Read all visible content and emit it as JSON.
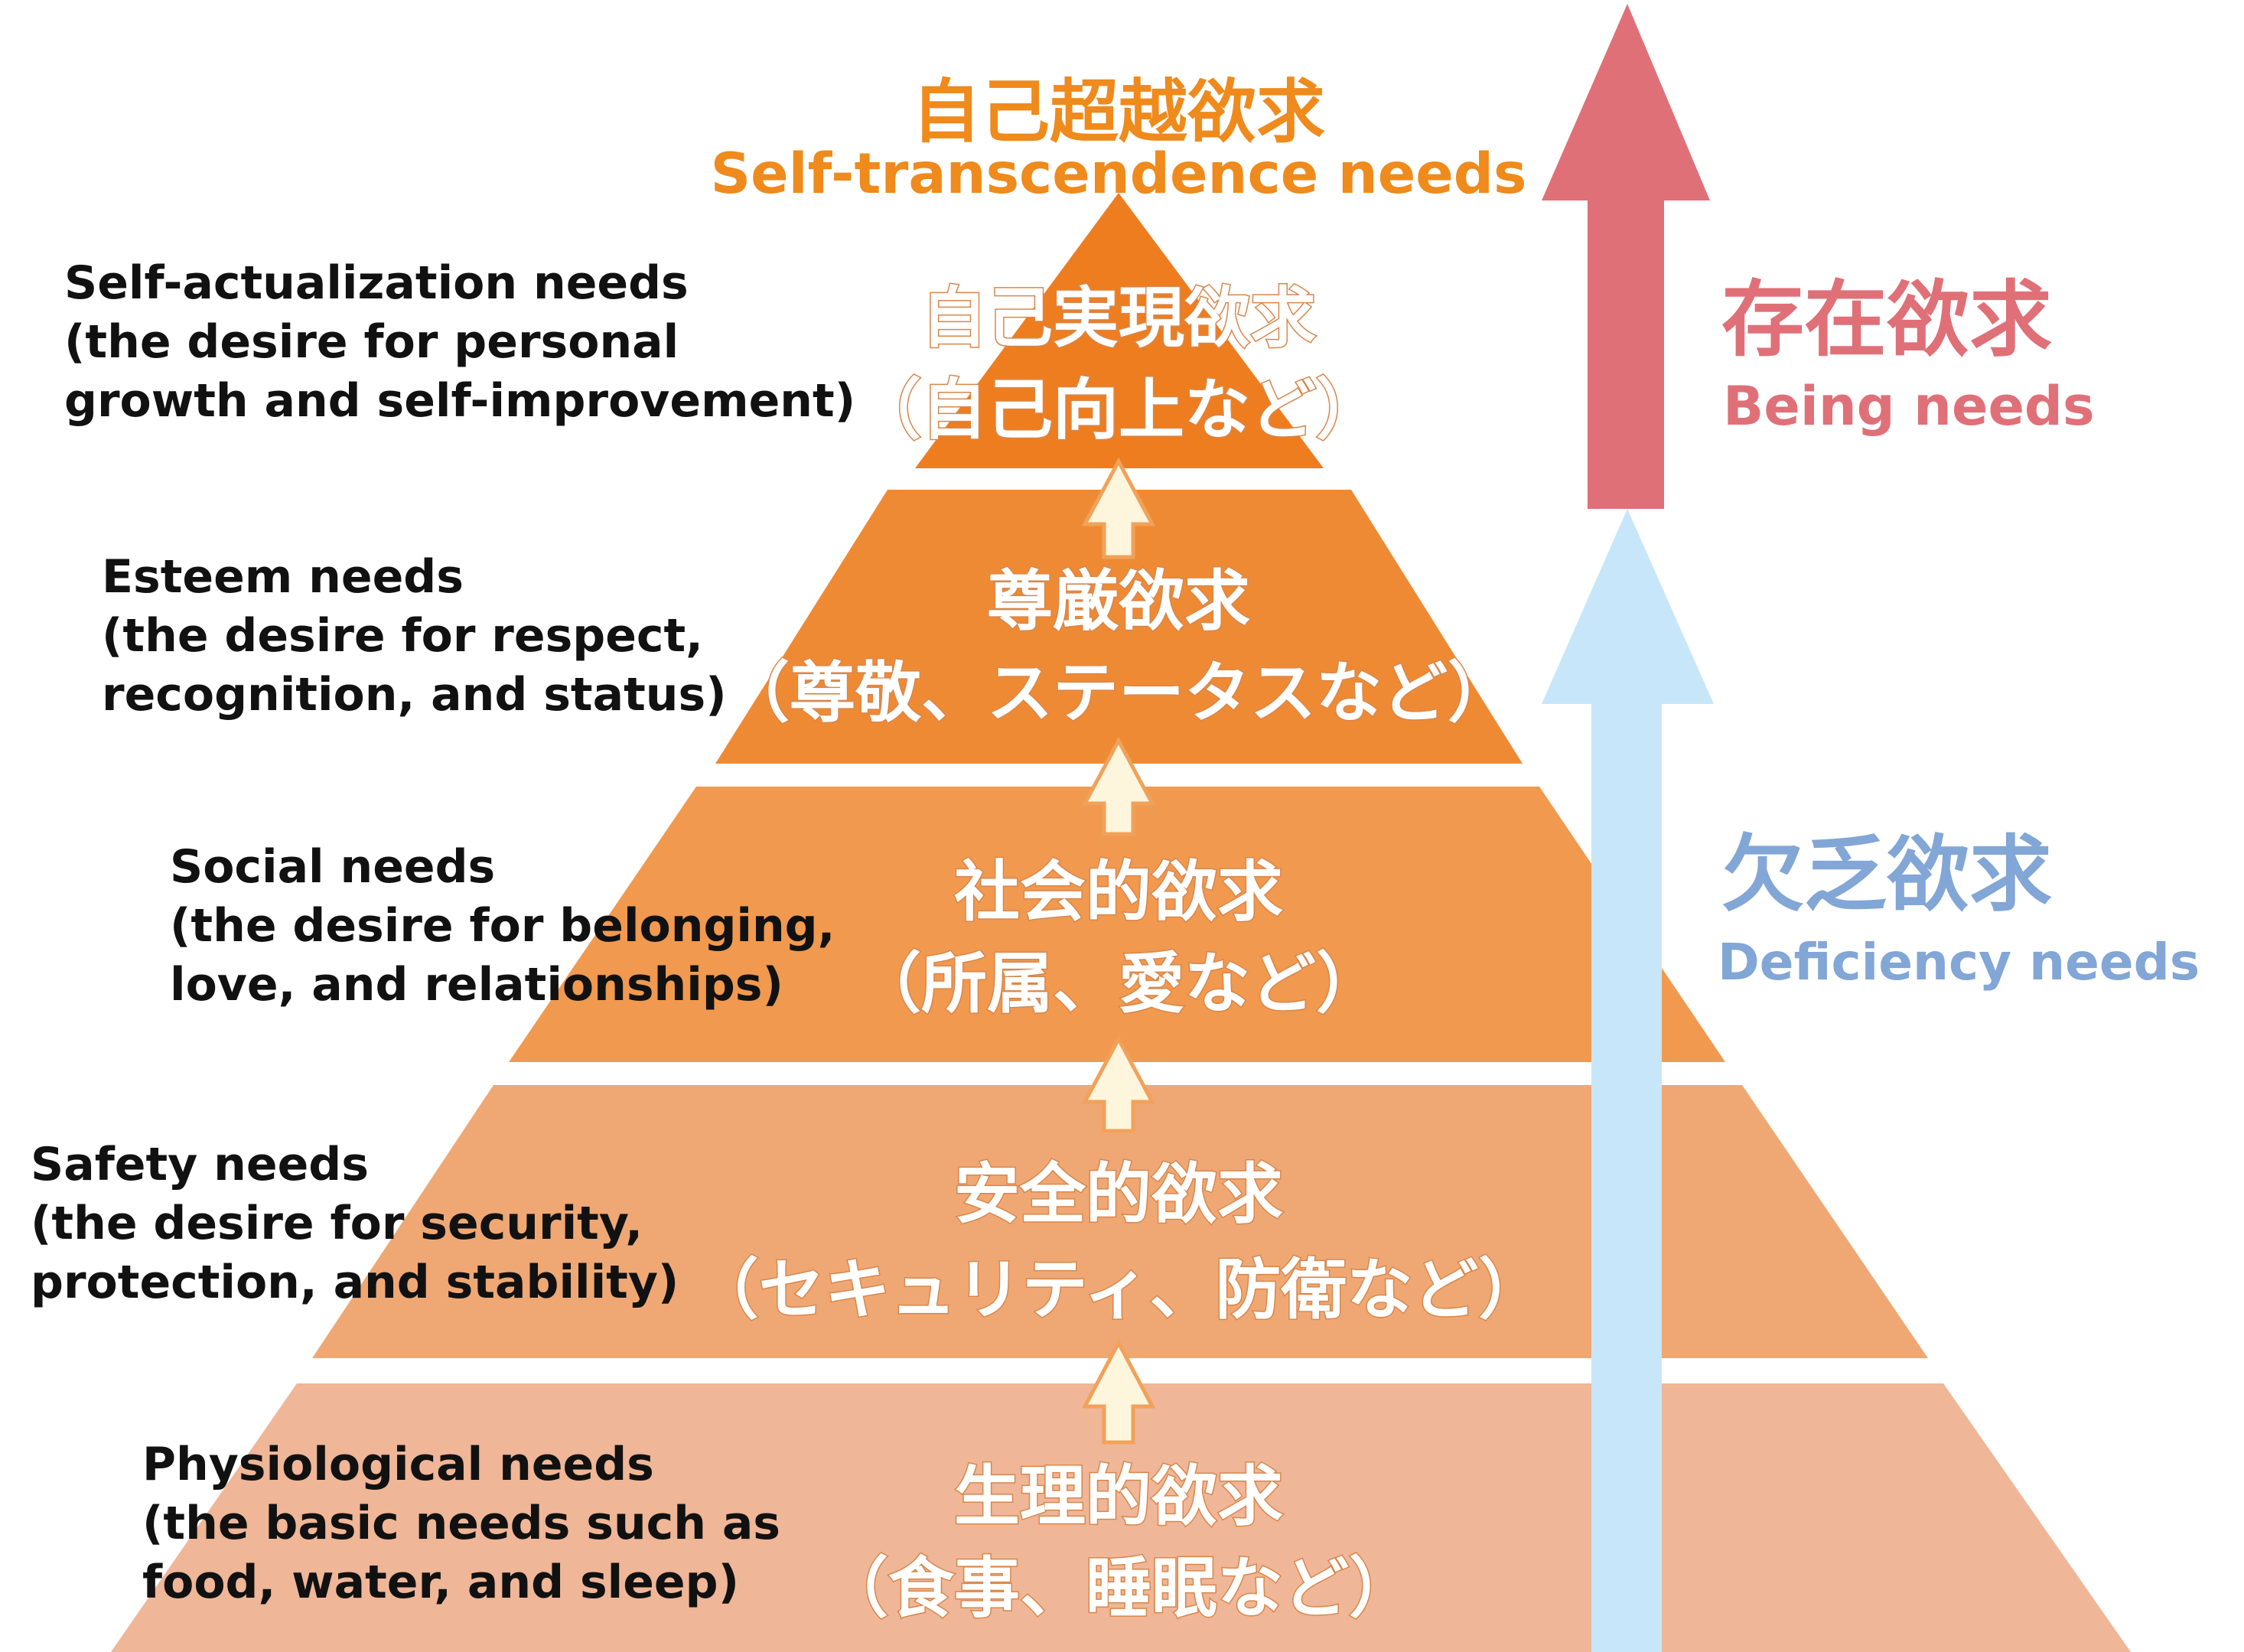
{
  "top_label": {
    "jp": "自己超越欲求",
    "en": "Self-transcendence needs"
  },
  "side_labels": {
    "being": {
      "jp": "存在欲求",
      "en": "Being needs"
    },
    "deficiency": {
      "jp": "欠乏欲求",
      "en": "Deficiency needs"
    }
  },
  "tiers": [
    {
      "jp_title": "自己実現欲求",
      "jp_detail": "（自己向上など）",
      "en_lines": [
        "Self-actualization needs",
        "(the desire for personal",
        "growth and self-improvement)"
      ]
    },
    {
      "jp_title": "尊厳欲求",
      "jp_detail": "（尊敬、ステータスなど）",
      "en_lines": [
        "Esteem needs",
        "(the desire for respect,",
        "recognition, and status)"
      ]
    },
    {
      "jp_title": "社会的欲求",
      "jp_detail": "（所属、愛など）",
      "en_lines": [
        "Social needs",
        "(the desire for belonging,",
        "love, and relationships)"
      ]
    },
    {
      "jp_title": "安全的欲求",
      "jp_detail": "（セキュリティ、防衛など）",
      "en_lines": [
        "Safety needs",
        "(the desire for security,",
        "protection, and stability)"
      ]
    },
    {
      "jp_title": "生理的欲求",
      "jp_detail": "（食事、睡眠など）",
      "en_lines": [
        "Physiological needs",
        "(the basic needs such as",
        "food, water, and sleep)"
      ]
    }
  ],
  "colors": {
    "tier_fills": [
      "#ee7d1f",
      "#ef8a34",
      "#f0994f",
      "#efa874",
      "#efb697"
    ],
    "top_label": "#ef8a1c",
    "being": "#e07078",
    "deficiency": "#82a6d6",
    "being_arrow": "#e07078",
    "deficiency_arrow": "#c8e6f9",
    "step_arrow_fill": "#fdf5dc",
    "step_arrow_stroke": "#f0a25a"
  }
}
